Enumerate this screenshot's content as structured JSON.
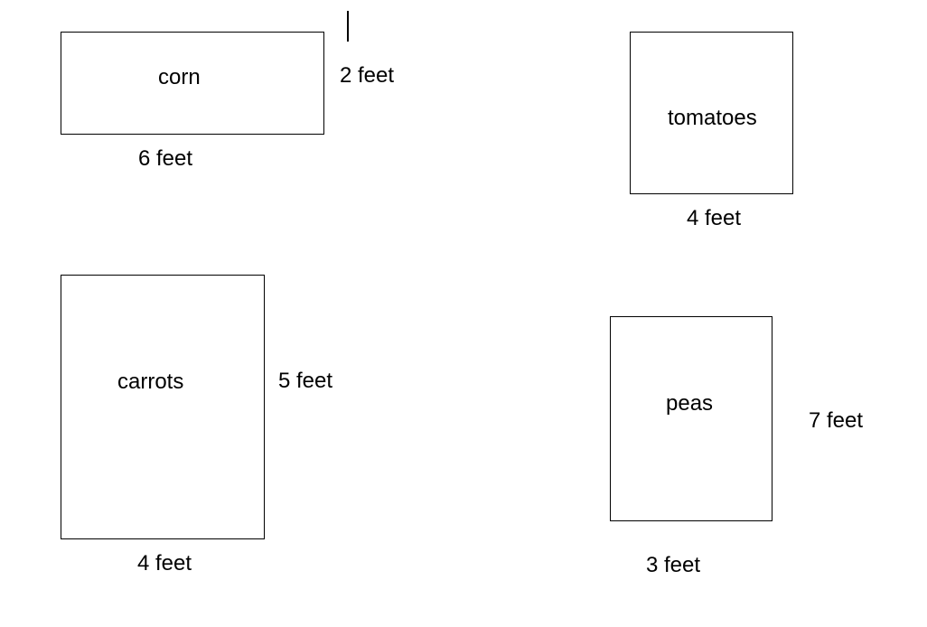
{
  "plots": {
    "corn": {
      "name": "corn",
      "width_label": "6 feet",
      "height_label": "2 feet"
    },
    "tomatoes": {
      "name": "tomatoes",
      "width_label": "4 feet"
    },
    "carrots": {
      "name": "carrots",
      "width_label": "4 feet",
      "height_label": "5 feet"
    },
    "peas": {
      "name": "peas",
      "width_label": "3 feet",
      "height_label": "7 feet"
    }
  }
}
